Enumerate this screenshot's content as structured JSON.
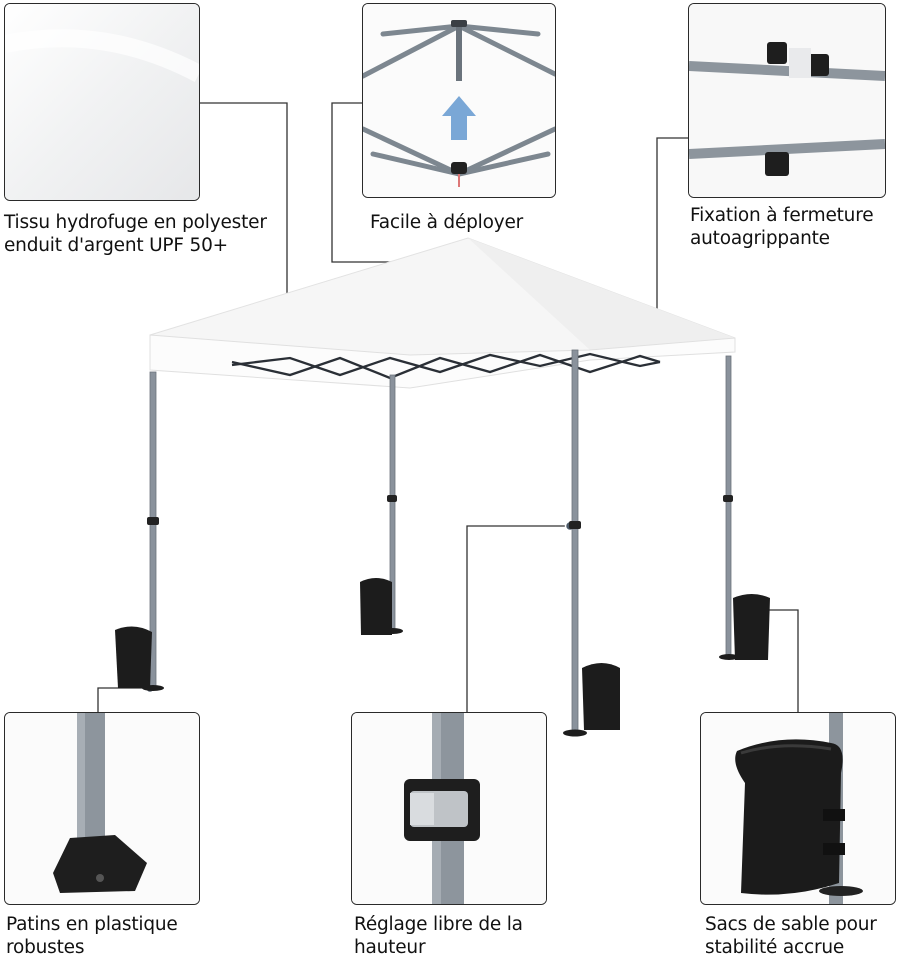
{
  "features": [
    {
      "id": "fabric",
      "line1": "Tissu hydrofuge en polyester",
      "line2": "enduit d'argent UPF 50+"
    },
    {
      "id": "deploy",
      "line1": "Facile à déployer",
      "line2": ""
    },
    {
      "id": "velcro",
      "line1": "Fixation à fermeture",
      "line2": "autoagrippante"
    },
    {
      "id": "feet",
      "line1": "Patins en plastique",
      "line2": "robustes"
    },
    {
      "id": "height",
      "line1": "Réglage libre de la",
      "line2": "hauteur"
    },
    {
      "id": "sandbags",
      "line1": "Sacs de sable pour",
      "line2": "stabilité accrue"
    }
  ],
  "colors": {
    "frame": "#8a929c",
    "canopy": "#fbfbfb",
    "bag": "#1c1c1c",
    "arrow": "#7aa7d6",
    "leader": "#333333"
  }
}
